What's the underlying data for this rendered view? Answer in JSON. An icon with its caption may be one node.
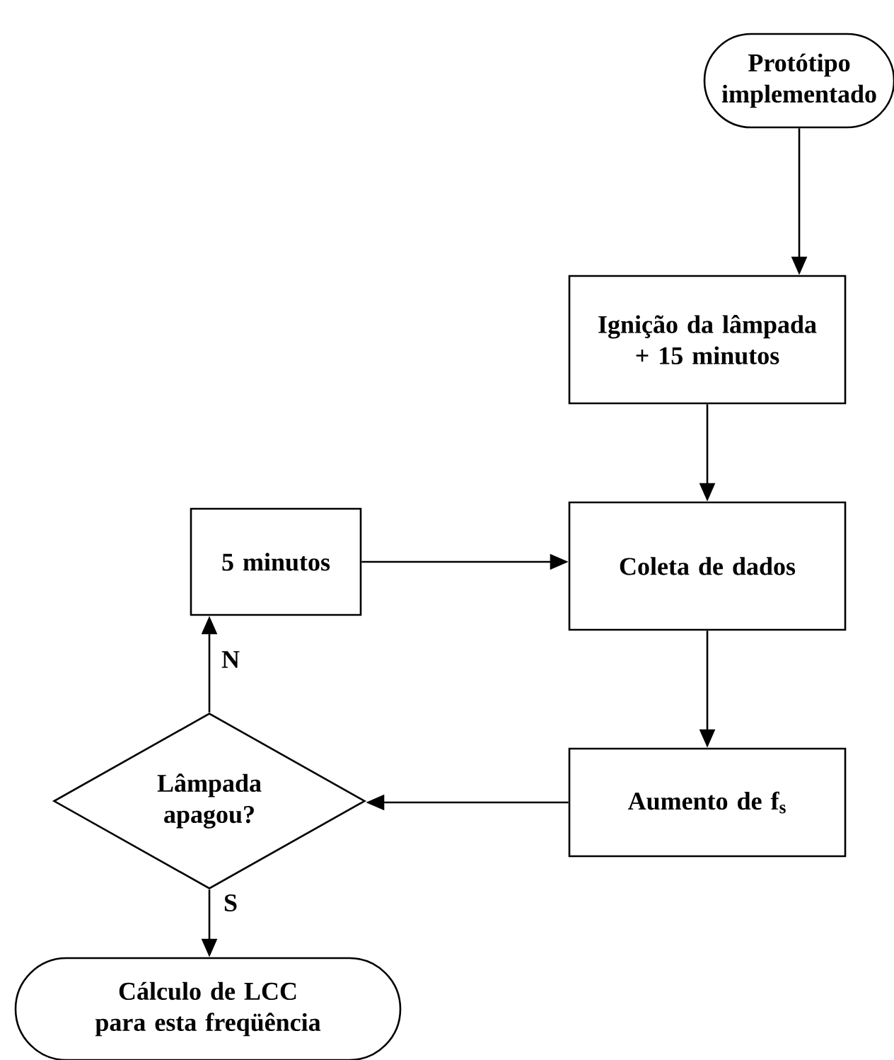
{
  "diagram": {
    "nodes": [
      {
        "text": [
          "Protótipo implementado"
        ]
      },
      {
        "text": [
          "Ignição da lâmpada + 15 minutos"
        ]
      },
      {
        "text": [
          "Coleta de dados"
        ]
      },
      {
        "text": [
          "5 minutos"
        ]
      },
      {
        "text": [
          "Aumento de f$_{s}$"
        ]
      },
      {
        "text": [
          "Lâmpada apagou?"
        ]
      },
      {
        "text": [
          "Cálculo de LCC para esta freqüência"
        ]
      }
    ],
    "edges": [
      {
        "from": 0,
        "to": 1,
        "arrow": "to"
      },
      {
        "from": 1,
        "to": 2,
        "arrow": "to"
      },
      {
        "from": 3,
        "to": 2,
        "arrow": "to"
      },
      {
        "from": 2,
        "to": 4,
        "arrow": "to"
      },
      {
        "from": 4,
        "to": 5,
        "arrow": "to"
      },
      {
        "from": 5,
        "to": 3,
        "arrow": "to",
        "label": "N"
      },
      {
        "from": 5,
        "to": 6,
        "arrow": "to",
        "label": "S"
      }
    ]
  }
}
